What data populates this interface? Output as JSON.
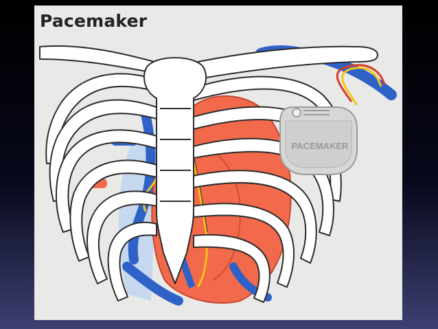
{
  "slide": {
    "title": "Pacemaker",
    "device_label": "PACEMAKER"
  },
  "colors": {
    "background": "#e9e9e7",
    "bone": "#ffffff",
    "bone_outline": "#2b2b2b",
    "heart": "#f26a4b",
    "vein": "#2f62c7",
    "lead_red": "#d93a2a",
    "lead_yellow": "#f5c518",
    "device": "#d7d7d5"
  },
  "icons": [
    "heart-illustration",
    "ribcage-illustration",
    "pacemaker-device",
    "pacemaker-leads"
  ]
}
